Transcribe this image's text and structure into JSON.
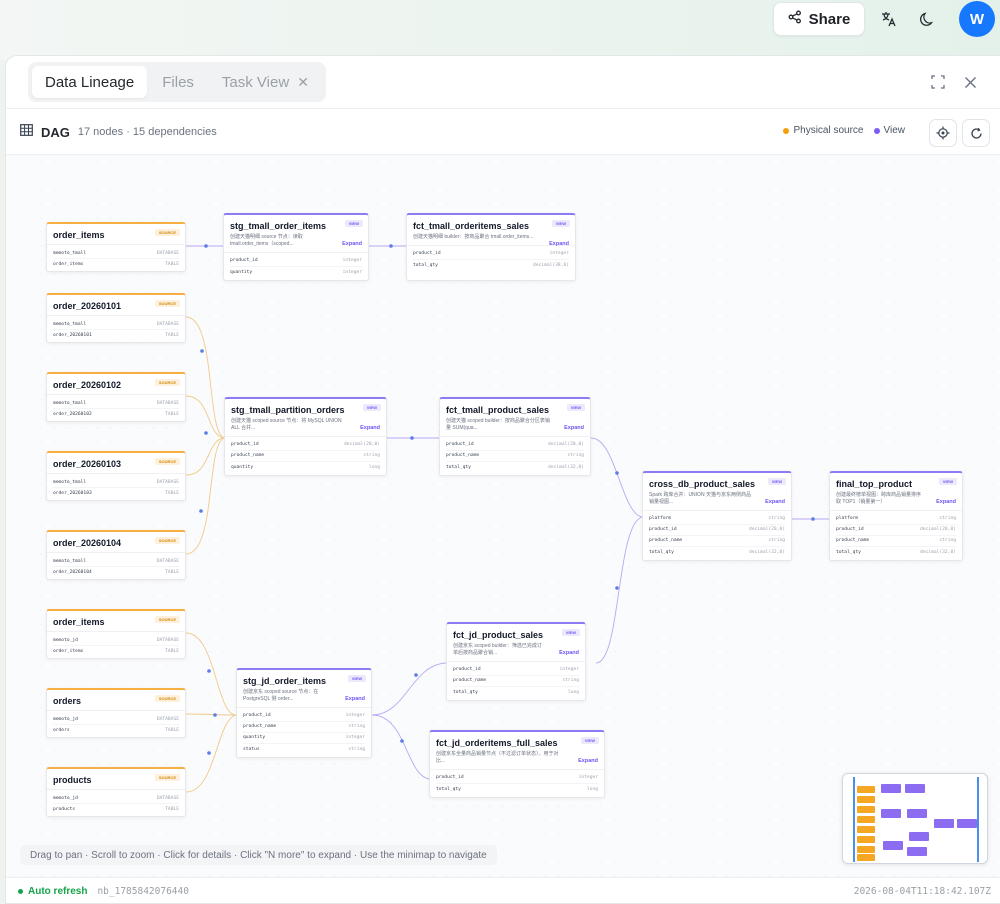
{
  "topbar": {
    "share_label": "Share",
    "avatar_letter": "W"
  },
  "tabs": [
    {
      "label": "Data Lineage",
      "active": true
    },
    {
      "label": "Files",
      "active": false
    },
    {
      "label": "Task View",
      "active": false
    }
  ],
  "dag": {
    "title": "DAG",
    "meta": "17 nodes · 15 dependencies",
    "legend": [
      {
        "label": "Physical source",
        "color": "#f59e0b"
      },
      {
        "label": "View",
        "color": "#7c5cf5"
      }
    ]
  },
  "nodes": [
    {
      "id": "n1",
      "kind": "src",
      "title": "order_items",
      "badge": "SOURCE",
      "cols": [
        [
          "memoto_tmall",
          "DATABASE"
        ],
        [
          "order_items",
          "TABLE"
        ]
      ]
    },
    {
      "id": "n2",
      "kind": "src",
      "title": "order_20260101",
      "badge": "SOURCE",
      "cols": [
        [
          "memoto_tmall",
          "DATABASE"
        ],
        [
          "order_20260101",
          "TABLE"
        ]
      ]
    },
    {
      "id": "n3",
      "kind": "src",
      "title": "order_20260102",
      "badge": "SOURCE",
      "cols": [
        [
          "memoto_tmall",
          "DATABASE"
        ],
        [
          "order_20260102",
          "TABLE"
        ]
      ]
    },
    {
      "id": "n4",
      "kind": "src",
      "title": "order_20260103",
      "badge": "SOURCE",
      "cols": [
        [
          "memoto_tmall",
          "DATABASE"
        ],
        [
          "order_20260103",
          "TABLE"
        ]
      ]
    },
    {
      "id": "n5",
      "kind": "src",
      "title": "order_20260104",
      "badge": "SOURCE",
      "cols": [
        [
          "memoto_tmall",
          "DATABASE"
        ],
        [
          "order_20260104",
          "TABLE"
        ]
      ]
    },
    {
      "id": "n6",
      "kind": "src",
      "title": "order_items",
      "badge": "SOURCE",
      "cols": [
        [
          "memoto_jd",
          "DATABASE"
        ],
        [
          "order_items",
          "TABLE"
        ]
      ]
    },
    {
      "id": "n7",
      "kind": "src",
      "title": "orders",
      "badge": "SOURCE",
      "cols": [
        [
          "memoto_jd",
          "DATABASE"
        ],
        [
          "orders",
          "TABLE"
        ]
      ]
    },
    {
      "id": "n8",
      "kind": "src",
      "title": "products",
      "badge": "SOURCE",
      "cols": [
        [
          "memoto_jd",
          "DATABASE"
        ],
        [
          "products",
          "TABLE"
        ]
      ]
    },
    {
      "id": "v1",
      "kind": "view",
      "title": "stg_tmall_order_items",
      "badge": "VIEW",
      "desc": "创建天猫明细 source 节点：读取 tmall.order_items（scoped...",
      "expand": "Expand",
      "cols": [
        [
          "product_id",
          "integer"
        ],
        [
          "quantity",
          "integer"
        ]
      ]
    },
    {
      "id": "v2",
      "kind": "view",
      "title": "fct_tmall_orderitems_sales",
      "badge": "VIEW",
      "desc": "创建天猫明细 builder：按商品聚合 tmall.order_items...",
      "expand": "Expand",
      "cols": [
        [
          "product_id",
          "integer"
        ],
        [
          "total_qty",
          "decimal(38,0)"
        ]
      ]
    },
    {
      "id": "v3",
      "kind": "view",
      "title": "stg_tmall_partition_orders",
      "badge": "VIEW",
      "desc": "创建天猫 scoped source 节点：将 MySQL UNION ALL 合并...",
      "expand": "Expand",
      "cols": [
        [
          "product_id",
          "decimal(20,0)"
        ],
        [
          "product_name",
          "string"
        ],
        [
          "quantity",
          "long"
        ]
      ]
    },
    {
      "id": "v4",
      "kind": "view",
      "title": "fct_tmall_product_sales",
      "badge": "VIEW",
      "desc": "创建天猫 scoped builder：按商品聚合分区表销量 SUM(qua...",
      "expand": "Expand",
      "cols": [
        [
          "product_id",
          "decimal(20,0)"
        ],
        [
          "product_name",
          "string"
        ],
        [
          "total_qty",
          "decimal(32,0)"
        ]
      ]
    },
    {
      "id": "v5",
      "kind": "view",
      "title": "cross_db_product_sales",
      "badge": "VIEW",
      "desc": "Spark 跨库合并：UNION 天猫与京东两侧商品销量视图...",
      "expand": "Expand",
      "cols": [
        [
          "platform",
          "string"
        ],
        [
          "product_id",
          "decimal(20,0)"
        ],
        [
          "product_name",
          "string"
        ],
        [
          "total_qty",
          "decimal(32,0)"
        ]
      ]
    },
    {
      "id": "v6",
      "kind": "view",
      "title": "final_top_product",
      "badge": "VIEW",
      "desc": "创建最终榜单视图：跨库商品销量排序取 TOP1（销量第一）",
      "expand": "Expand",
      "cols": [
        [
          "platform",
          "string"
        ],
        [
          "product_id",
          "decimal(20,0)"
        ],
        [
          "product_name",
          "string"
        ],
        [
          "total_qty",
          "decimal(32,0)"
        ]
      ]
    },
    {
      "id": "v7",
      "kind": "view",
      "title": "stg_jd_order_items",
      "badge": "VIEW",
      "desc": "创建京东 scoped source 节点：在 PostgreSQL 侧 order...",
      "expand": "Expand",
      "cols": [
        [
          "product_id",
          "integer"
        ],
        [
          "product_name",
          "string"
        ],
        [
          "quantity",
          "integer"
        ],
        [
          "status",
          "string"
        ]
      ]
    },
    {
      "id": "v8",
      "kind": "view",
      "title": "fct_jd_product_sales",
      "badge": "VIEW",
      "desc": "创建京东 scoped builder：筛选已完成订单后按商品聚合销...",
      "expand": "Expand",
      "cols": [
        [
          "product_id",
          "integer"
        ],
        [
          "product_name",
          "string"
        ],
        [
          "total_qty",
          "long"
        ]
      ]
    },
    {
      "id": "v9",
      "kind": "view",
      "title": "fct_jd_orderitems_full_sales",
      "badge": "VIEW",
      "desc": "创建京东全量商品销量节点（不过滤订单状态）。用于对比...",
      "expand": "Expand",
      "cols": [
        [
          "product_id",
          "integer"
        ],
        [
          "total_qty",
          "long"
        ]
      ]
    }
  ],
  "hint": "Drag to pan · Scroll to zoom · Click for details · Click \"N more\" to expand · Use the minimap to navigate",
  "footer": {
    "auto_refresh": "Auto refresh",
    "notebook_id": "nb_1785842076440",
    "timestamp": "2026-08-04T11:18:42.107Z"
  },
  "colors": {
    "accent": "#1677ff",
    "source": "#f5a623",
    "view": "#7c5cf5",
    "edge_src": "#f2c98a",
    "edge_view": "#b7a9f3"
  }
}
